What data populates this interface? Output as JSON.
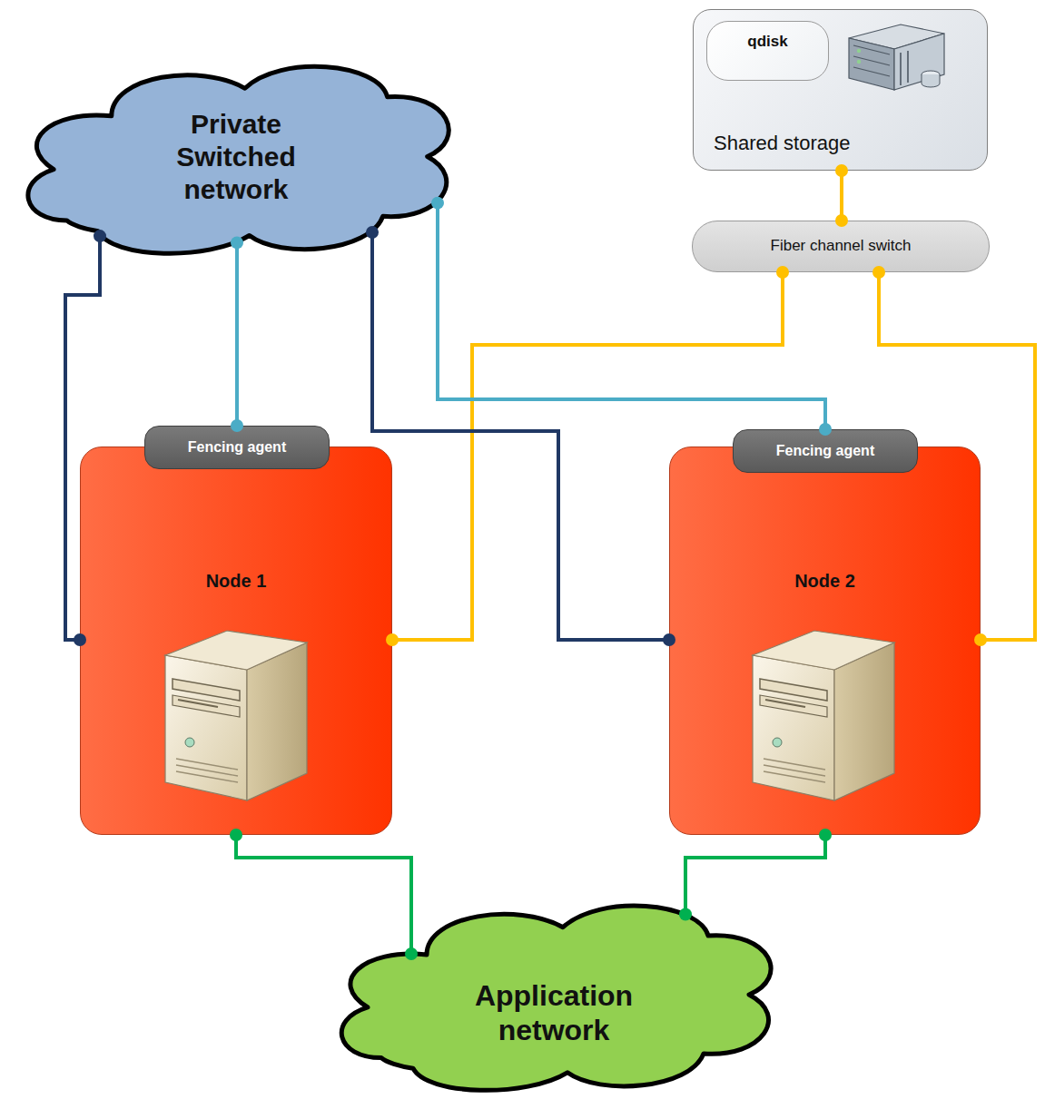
{
  "diagram": {
    "nodes": [
      {
        "text": [
          "Private Switched network"
        ]
      },
      {
        "text": [
          "Shared storage"
        ]
      },
      {
        "text": [
          "qdisk"
        ],
        "in": 1
      },
      {
        "text": [
          "Fiber channel switch"
        ]
      },
      {
        "text": [
          "Node 1"
        ]
      },
      {
        "text": [
          "Fencing agent"
        ],
        "in": 4
      },
      {
        "text": [
          "Node 2"
        ]
      },
      {
        "text": [
          "Fencing agent"
        ],
        "in": 6
      },
      {
        "text": [
          "Application network"
        ]
      }
    ],
    "edges": [
      {
        "from": 0,
        "to": 4,
        "arrow": "none"
      },
      {
        "from": 0,
        "to": 5,
        "arrow": "none"
      },
      {
        "from": 0,
        "to": 6,
        "arrow": "none"
      },
      {
        "from": 0,
        "to": 7,
        "arrow": "none"
      },
      {
        "from": 3,
        "to": 1,
        "arrow": "none"
      },
      {
        "from": 3,
        "to": 4,
        "arrow": "none"
      },
      {
        "from": 3,
        "to": 6,
        "arrow": "none"
      },
      {
        "from": 4,
        "to": 8,
        "arrow": "none"
      },
      {
        "from": 6,
        "to": 8,
        "arrow": "none"
      }
    ]
  }
}
